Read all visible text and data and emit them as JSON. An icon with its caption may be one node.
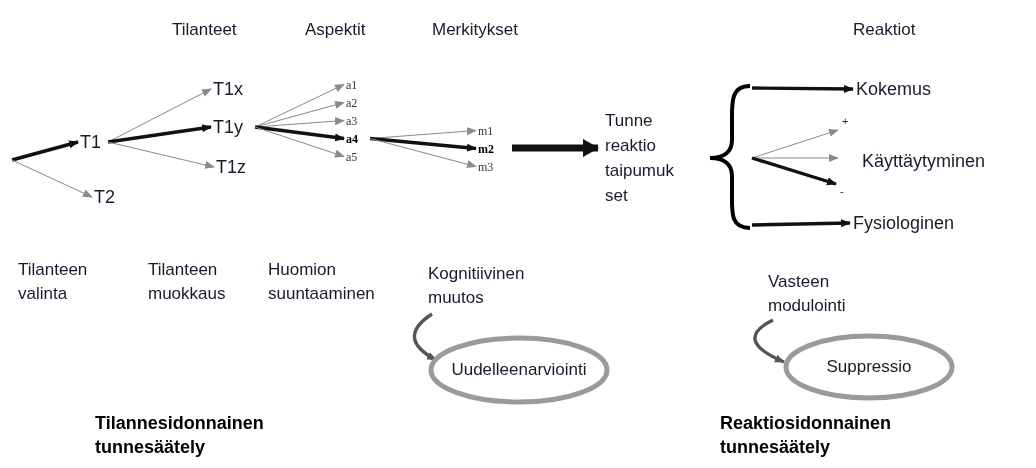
{
  "diagram": {
    "nodes": [
      {
        "text": [
          "T1"
        ]
      },
      {
        "text": [
          "T2"
        ]
      },
      {
        "text": [
          "T1x"
        ]
      },
      {
        "text": [
          "T1y"
        ]
      },
      {
        "text": [
          "T1z"
        ]
      },
      {
        "text": [
          "a1"
        ]
      },
      {
        "text": [
          "a2"
        ]
      },
      {
        "text": [
          "a3"
        ]
      },
      {
        "text": [
          "a4"
        ]
      },
      {
        "text": [
          "a5"
        ]
      },
      {
        "text": [
          "m1"
        ]
      },
      {
        "text": [
          "m2"
        ]
      },
      {
        "text": [
          "m3"
        ]
      },
      {
        "text": [
          "Tunne reaktio taipumuk set"
        ]
      },
      {
        "text": [
          "Kokemus"
        ]
      },
      {
        "text": [
          "Käyttäytyminen"
        ]
      },
      {
        "text": [
          "Fysiologinen"
        ]
      },
      {
        "text": [
          "Uudelleenarviointi"
        ]
      },
      {
        "text": [
          "Suppressio"
        ]
      },
      {
        "text": [
          "Kognitiivinen muutos"
        ]
      },
      {
        "text": [
          "Vasteen modulointi"
        ]
      }
    ],
    "edges": [
      {
        "from": null,
        "to": 0,
        "arrow": "to",
        "style": "thick",
        "color": "#111111"
      },
      {
        "from": null,
        "to": 1,
        "arrow": "to"
      },
      {
        "from": 0,
        "to": 2,
        "arrow": "to"
      },
      {
        "from": 0,
        "to": 3,
        "arrow": "to",
        "style": "thick",
        "color": "#111111"
      },
      {
        "from": 0,
        "to": 4,
        "arrow": "to"
      },
      {
        "from": 3,
        "to": 5,
        "arrow": "to"
      },
      {
        "from": 3,
        "to": 6,
        "arrow": "to"
      },
      {
        "from": 3,
        "to": 7,
        "arrow": "to"
      },
      {
        "from": 3,
        "to": 8,
        "arrow": "to",
        "style": "thick",
        "color": "#111111"
      },
      {
        "from": 3,
        "to": 9,
        "arrow": "to"
      },
      {
        "from": 8,
        "to": 10,
        "arrow": "to"
      },
      {
        "from": 8,
        "to": 11,
        "arrow": "to",
        "style": "thick",
        "color": "#111111"
      },
      {
        "from": 8,
        "to": 12,
        "arrow": "to"
      },
      {
        "from": 11,
        "to": 13,
        "arrow": "to",
        "style": "thick",
        "color": "#111111"
      },
      {
        "from": 13,
        "to": 14,
        "arrow": "to",
        "style": "thick",
        "color": "#111111"
      },
      {
        "from": 13,
        "to": 15,
        "arrow": "to",
        "label": "+"
      },
      {
        "from": 13,
        "to": 15,
        "arrow": "to"
      },
      {
        "from": 13,
        "to": 15,
        "arrow": "to",
        "label": "-",
        "style": "thick",
        "color": "#111111"
      },
      {
        "from": 13,
        "to": 16,
        "arrow": "to",
        "style": "thick",
        "color": "#111111"
      },
      {
        "from": 19,
        "to": 17,
        "arrow": "to",
        "style": "thick",
        "color": "#555555"
      },
      {
        "from": 20,
        "to": 18,
        "arrow": "to",
        "style": "thick",
        "color": "#555555"
      }
    ],
    "labels": [
      "Tilanteet",
      "Aspektit",
      "Merkitykset",
      "Reaktiot",
      "Tilanteen valinta",
      "Tilanteen muokkaus",
      "Huomion suuntaaminen",
      "Tilannesidonnainen tunnesäätely",
      "Reaktiosidonnainen tunnesäätely"
    ]
  }
}
